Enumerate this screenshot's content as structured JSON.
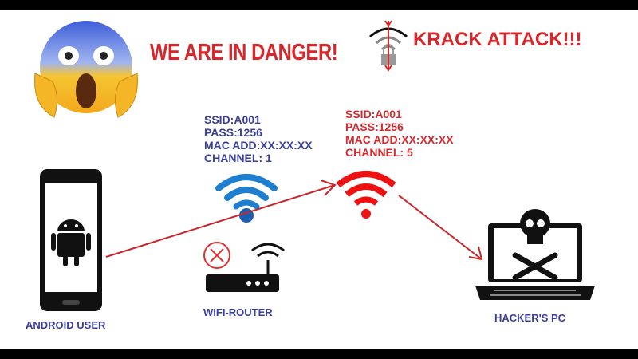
{
  "header": {
    "headline": "WE ARE IN DANGER!",
    "attack_title": "KRACK ATTACK!!!"
  },
  "legit_ap": {
    "ssid": "SSID:A001",
    "pass": "PASS:1256",
    "mac": "MAC ADD:XX:XX:XX",
    "channel": "CHANNEL: 1"
  },
  "rogue_ap": {
    "ssid": "SSID:A001",
    "pass": "PASS:1256",
    "mac": "MAC ADD:XX:XX:XX",
    "channel": "CHANNEL: 5"
  },
  "nodes": {
    "user": "ANDROID USER",
    "router": "WIFI-ROUTER",
    "hacker": "HACKER'S PC"
  },
  "colors": {
    "danger_red": "#d8262b",
    "info_blue": "#3b3f9c",
    "wifi_blue": "#1e7fd0",
    "rogue_red": "#ee1111"
  }
}
